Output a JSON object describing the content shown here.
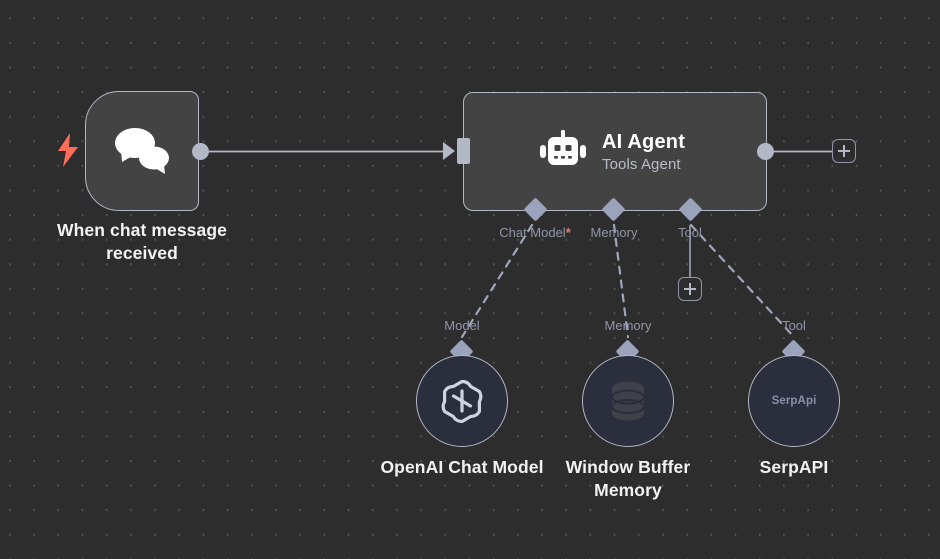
{
  "canvas": {
    "background_color": "#2d2d2d",
    "grid_dot_color": "#5a5a5a",
    "node_fill": "#434343",
    "node_border": "#b3b8c6",
    "subnode_fill": "#2b2e3c",
    "accent_trigger": "#ff6d5a",
    "connector_diamond": "#9ba2bb",
    "required_marker": "#e07a7a"
  },
  "trigger_node": {
    "icon": "chat-bubbles-icon",
    "trigger_icon": "lightning-bolt-icon",
    "caption": "When chat message\nreceived"
  },
  "agent_node": {
    "icon": "robot-icon",
    "title": "AI Agent",
    "subtitle": "Tools Agent",
    "input_port_label": "",
    "sub_ports": [
      {
        "label": "Chat Model",
        "required": true,
        "required_marker": "*"
      },
      {
        "label": "Memory",
        "required": false,
        "required_marker": ""
      },
      {
        "label": "Tool",
        "required": false,
        "required_marker": ""
      }
    ]
  },
  "sub_nodes": [
    {
      "port_label": "Model",
      "icon": "openai-logo-icon",
      "brand_text": "",
      "caption": "OpenAI Chat Model"
    },
    {
      "port_label": "Memory",
      "icon": "database-icon",
      "brand_text": "",
      "caption": "Window Buffer\nMemory"
    },
    {
      "port_label": "Tool",
      "icon": "serpapi-text-icon",
      "brand_text": "SerpApi",
      "caption": "SerpAPI"
    }
  ],
  "buttons": {
    "add_tool_plus": {
      "name": "plus-icon",
      "label": "+"
    },
    "add_next_node_plus": {
      "name": "plus-icon",
      "label": "+"
    }
  }
}
